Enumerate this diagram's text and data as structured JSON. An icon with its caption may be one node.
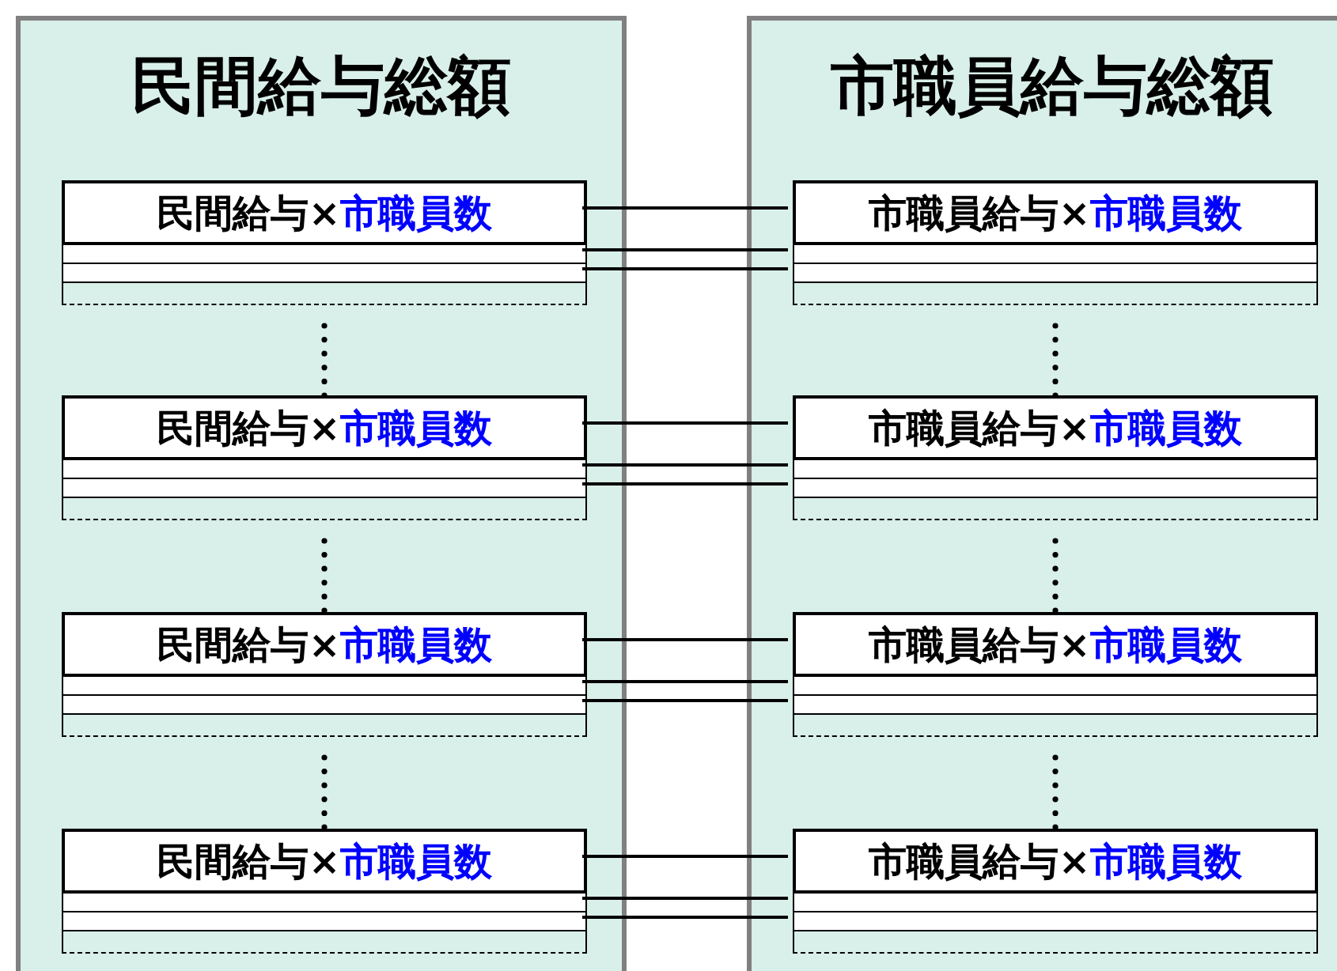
{
  "diagram": {
    "nodes": [
      {
        "text": [
          "民間給与総額"
        ]
      },
      {
        "text": [
          "民間給与×",
          "市職員数"
        ],
        "in": 0
      },
      {
        "text": [],
        "shape": "box",
        "in": 0
      },
      {
        "text": [],
        "shape": "box",
        "in": 0
      },
      {
        "text": [
          "民間給与×",
          "市職員数"
        ],
        "in": 0
      },
      {
        "text": [],
        "shape": "box",
        "in": 0
      },
      {
        "text": [],
        "shape": "box",
        "in": 0
      },
      {
        "text": [
          "民間給与×",
          "市職員数"
        ],
        "in": 0
      },
      {
        "text": [],
        "shape": "box",
        "in": 0
      },
      {
        "text": [],
        "shape": "box",
        "in": 0
      },
      {
        "text": [
          "民間給与×",
          "市職員数"
        ],
        "in": 0
      },
      {
        "text": [],
        "shape": "box",
        "in": 0
      },
      {
        "text": [],
        "shape": "box",
        "in": 0
      },
      {
        "text": [
          "市職員給与総額"
        ]
      },
      {
        "text": [
          "市職員給与×",
          "市職員数"
        ],
        "in": 13
      },
      {
        "text": [],
        "shape": "box",
        "in": 13
      },
      {
        "text": [],
        "shape": "box",
        "in": 13
      },
      {
        "text": [
          "市職員給与×",
          "市職員数"
        ],
        "in": 13
      },
      {
        "text": [],
        "shape": "box",
        "in": 13
      },
      {
        "text": [],
        "shape": "box",
        "in": 13
      },
      {
        "text": [
          "市職員給与×",
          "市職員数"
        ],
        "in": 13
      },
      {
        "text": [],
        "shape": "box",
        "in": 13
      },
      {
        "text": [],
        "shape": "box",
        "in": 13
      },
      {
        "text": [
          "市職員給与×",
          "市職員数"
        ],
        "in": 13
      },
      {
        "text": [],
        "shape": "box",
        "in": 13
      },
      {
        "text": [],
        "shape": "box",
        "in": 13
      }
    ],
    "edges": [
      {
        "from": 1,
        "to": 14,
        "arrow": "none"
      },
      {
        "from": 2,
        "to": 15,
        "arrow": "none"
      },
      {
        "from": 3,
        "to": 16,
        "arrow": "none"
      },
      {
        "from": 4,
        "to": 17,
        "arrow": "none"
      },
      {
        "from": 5,
        "to": 18,
        "arrow": "none"
      },
      {
        "from": 6,
        "to": 19,
        "arrow": "none"
      },
      {
        "from": 7,
        "to": 20,
        "arrow": "none"
      },
      {
        "from": 8,
        "to": 21,
        "arrow": "none"
      },
      {
        "from": 9,
        "to": 22,
        "arrow": "none"
      },
      {
        "from": 10,
        "to": 23,
        "arrow": "none"
      },
      {
        "from": 11,
        "to": 24,
        "arrow": "none"
      },
      {
        "from": 12,
        "to": 25,
        "arrow": "none"
      }
    ]
  }
}
